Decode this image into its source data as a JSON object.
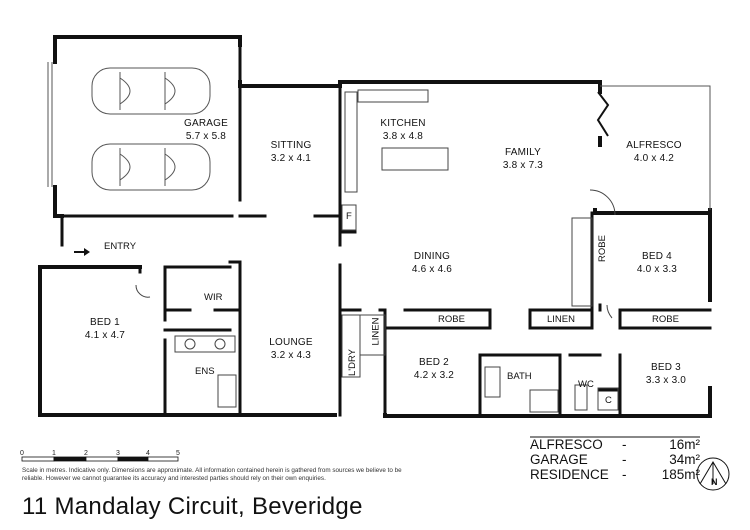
{
  "address": "11 Mandalay Circuit, Beveridge",
  "rooms": [
    {
      "name": "GARAGE",
      "size": "5.7 x 5.8"
    },
    {
      "name": "SITTING",
      "size": "3.2 x 4.1"
    },
    {
      "name": "KITCHEN",
      "size": "3.8 x 4.8"
    },
    {
      "name": "FAMILY",
      "size": "3.8 x 7.3"
    },
    {
      "name": "ALFRESCO",
      "size": "4.0 x 4.2"
    },
    {
      "name": "DINING",
      "size": "4.6 x 4.6"
    },
    {
      "name": "BED 4",
      "size": "4.0 x 3.3"
    },
    {
      "name": "BED 1",
      "size": "4.1 x 4.7"
    },
    {
      "name": "LOUNGE",
      "size": "3.2 x 4.3"
    },
    {
      "name": "BED 2",
      "size": "4.2 x 3.2"
    },
    {
      "name": "BED 3",
      "size": "3.3 x 3.0"
    }
  ],
  "labels": {
    "entry": "ENTRY",
    "wir": "WIR",
    "ens": "ENS",
    "robe_bed2": "ROBE",
    "robe_bed4": "ROBE",
    "robe_bed3": "ROBE",
    "linen_main": "LINEN",
    "linen_laundry": "LINEN",
    "laundry": "L'DRY",
    "bath": "BATH",
    "wc": "WC",
    "cupboard": "C",
    "fridge": "F"
  },
  "scale": {
    "ticks": [
      "0",
      "1",
      "2",
      "3",
      "4",
      "5"
    ],
    "note": "Scale in metres. Indicative only. Dimensions are approximate. All information contained herein is gathered from sources we believe to be reliable. However we cannot guarantee its accuracy and interested parties should rely on their own enquiries."
  },
  "areas": [
    {
      "label": "ALFRESCO",
      "dash": "-",
      "value": "16m²"
    },
    {
      "label": "GARAGE",
      "dash": "-",
      "value": "34m²"
    },
    {
      "label": "RESIDENCE",
      "dash": "-",
      "value": "185m²"
    }
  ],
  "compass": {
    "letter": "N"
  }
}
